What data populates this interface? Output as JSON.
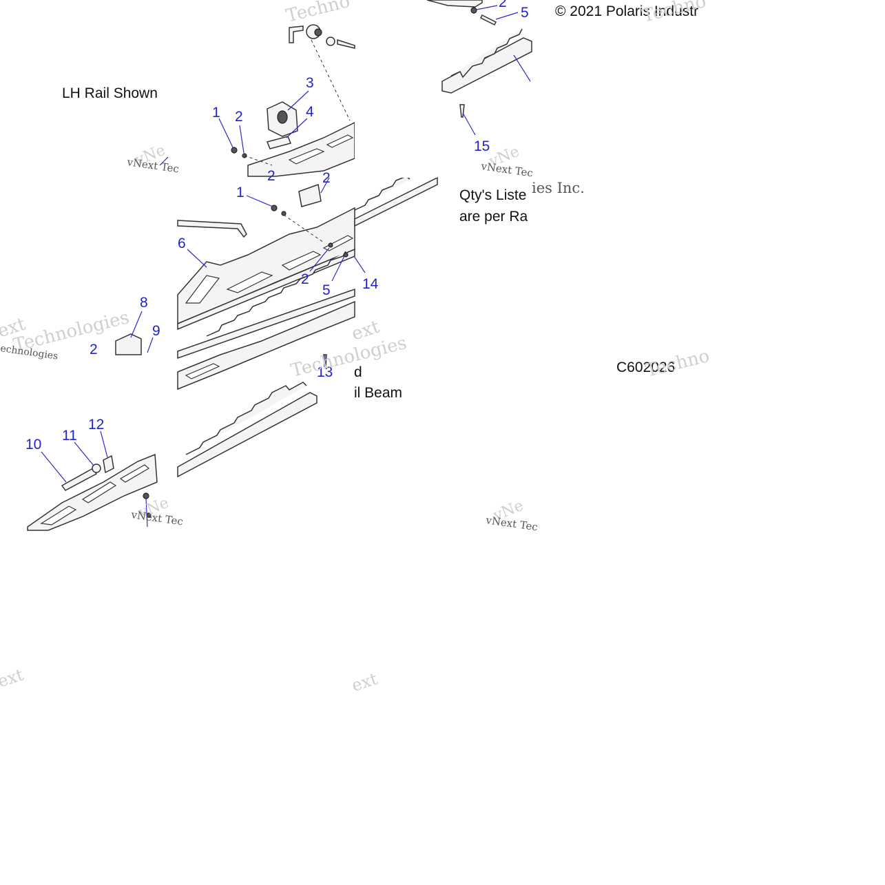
{
  "notes": {
    "copyright": "© 2021 Polaris Industr",
    "lh_rail": "LH Rail Shown",
    "qty_line1": "Qty's Liste",
    "qty_line2": "are per Ra",
    "frag_d": "d",
    "frag_beam": "il Beam",
    "figure_code": "C602026"
  },
  "callouts": [
    "1",
    "2",
    "3",
    "4",
    "5",
    "6",
    "8",
    "9",
    "10",
    "11",
    "12",
    "13",
    "14",
    "15"
  ],
  "watermark": {
    "brand": "vNext Technologies",
    "lines": [
      "vNe",
      "vNext Tec",
      "Techno",
      "Technologies",
      "ext",
      "echnologies",
      "ies Inc."
    ]
  },
  "colors": {
    "callout": "#2222cc",
    "line": "#333333",
    "watermark": "#cfcfcf"
  }
}
